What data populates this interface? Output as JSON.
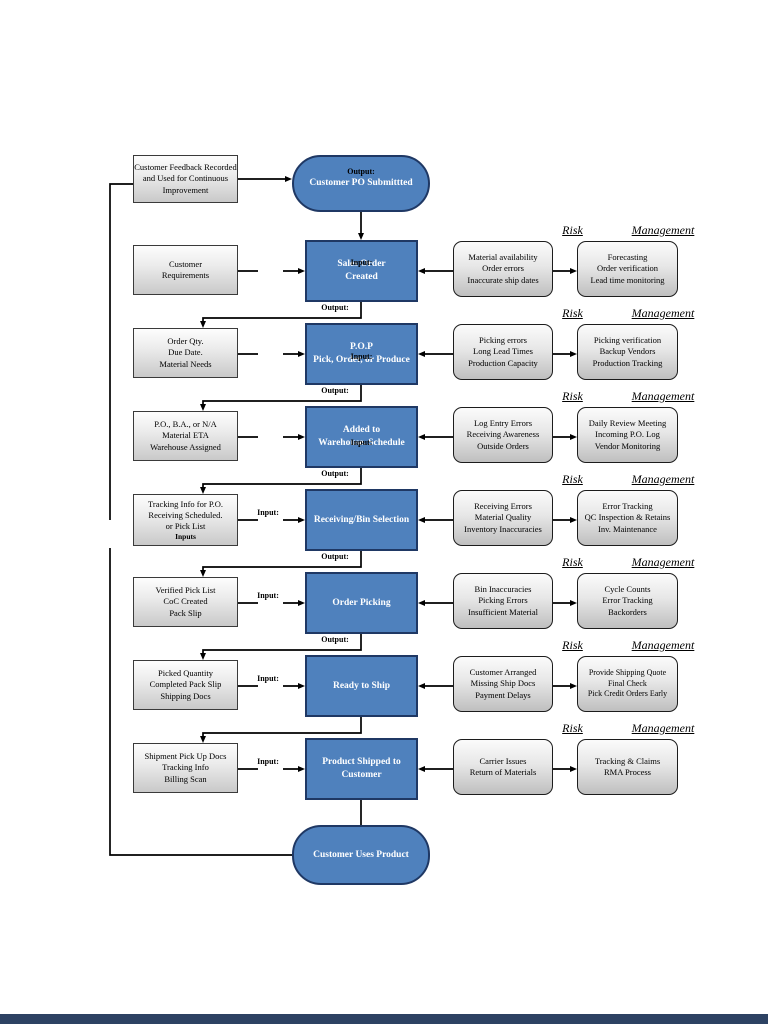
{
  "colors": {
    "process_fill": "#4f81bd",
    "process_border": "#1f3864",
    "gray_box_border": "#3a3a3a",
    "connector": "#000000",
    "footer_bar": "#2d4263"
  },
  "headers": {
    "risk": "Risk",
    "management": "Management"
  },
  "top": {
    "feedback_box": "Customer Feedback Recorded\nand Used for Continuous\nImprovement",
    "po_capsule": {
      "overlay": "Output:",
      "title": "Customer PO Submittted"
    }
  },
  "rows": [
    {
      "input": "Customer\nRequirements",
      "process": "Sales Order\nCreated",
      "process_overlay": "Input:",
      "risk": "Material availability\nOrder errors\nInaccurate ship dates",
      "management": "Forecasting\nOrder verification\nLead time monitoring",
      "output_label": "Output:"
    },
    {
      "input": "Order Qty.\nDue Date.\nMaterial Needs",
      "process": "P.O.P\nPick, Order, or Produce",
      "process_overlay": "Input:",
      "risk": "Picking errors\nLong Lead Times\nProduction Capacity",
      "management": "Picking verification\nBackup Vendors\nProduction Tracking",
      "output_label": "Output:"
    },
    {
      "input": "P.O., B.A., or N/A\nMaterial ETA\nWarehouse Assigned",
      "process": "Added to\nWarehouse. Schedule",
      "process_overlay": "Input:",
      "risk": "Log Entry Errors\nReceiving Awareness\nOutside Orders",
      "management": "Daily Review Meeting\nIncoming P.O. Log\nVendor Monitoring",
      "output_label": "Output:"
    },
    {
      "input": "Tracking Info for P.O.\nReceiving Scheduled.\nor Pick List",
      "input_sub": "Inputs",
      "process": "Receiving/Bin Selection",
      "arrow_label": "Input:",
      "risk": "Receiving Errors\nMaterial Quality\nInventory Inaccuracies",
      "management": "Error Tracking\nQC Inspection & Retains\nInv. Maintenance",
      "output_label": "Output:"
    },
    {
      "input": "Verified Pick List\nCoC Created\nPack Slip",
      "process": "Order Picking",
      "arrow_label": "Input:",
      "risk": "Bin Inaccuracies\nPicking Errors\nInsufficient Material",
      "management": "Cycle Counts\nError Tracking\nBackorders",
      "output_label": "Output:"
    },
    {
      "input": "Picked Quantity\nCompleted Pack Slip\nShipping Docs",
      "process": "Ready to Ship",
      "arrow_label": "Input:",
      "risk": "Customer Arranged\nMissing Ship Docs\nPayment Delays",
      "management": "Provide Shipping Quote\nFinal Check\nPick Credit Orders Early"
    },
    {
      "input": "Shipment Pick Up Docs\nTracking Info\nBilling Scan",
      "process": "Product Shipped to\nCustomer",
      "arrow_label": "Input:",
      "risk": "Carrier Issues\nReturn of Materials",
      "management": "Tracking & Claims\nRMA Process"
    }
  ],
  "bottom": {
    "capsule": "Customer Uses Product"
  }
}
